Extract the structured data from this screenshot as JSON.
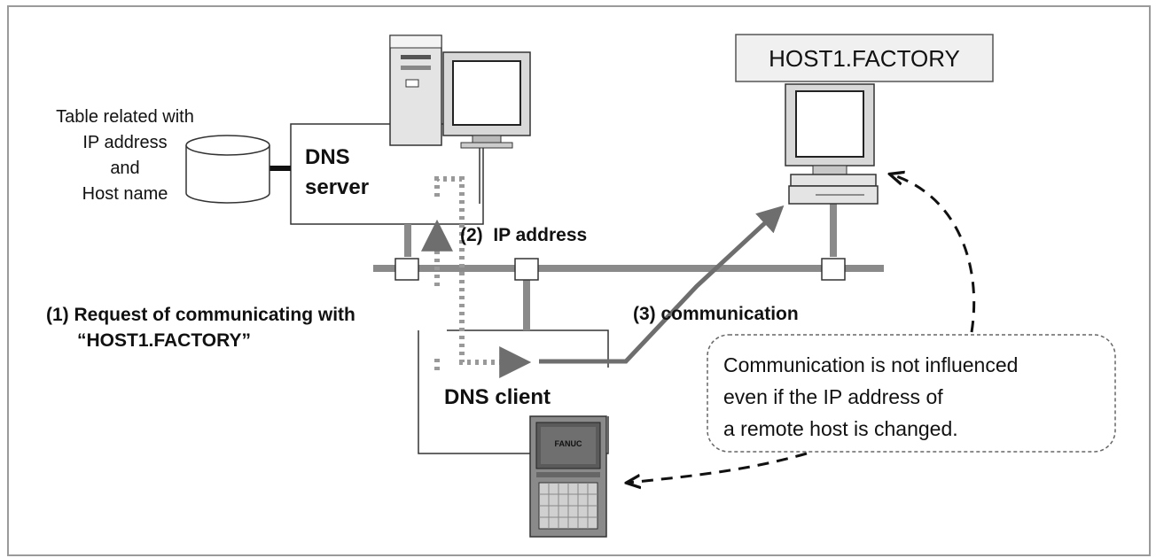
{
  "db_label": [
    "Table related with",
    "IP address",
    "and",
    "Host name"
  ],
  "dns_server": [
    "DNS",
    "server"
  ],
  "host_name": "HOST1.FACTORY",
  "ip_address_label": "(2)  IP address",
  "request_label": [
    "(1) Request of communicating with",
    "“HOST1.FACTORY”"
  ],
  "communication_label": "(3) communication",
  "dns_client": "DNS client",
  "note": [
    "Communication is not influenced",
    "even if the IP address of",
    "a remote host is changed."
  ],
  "panel_brand": "FANUC"
}
